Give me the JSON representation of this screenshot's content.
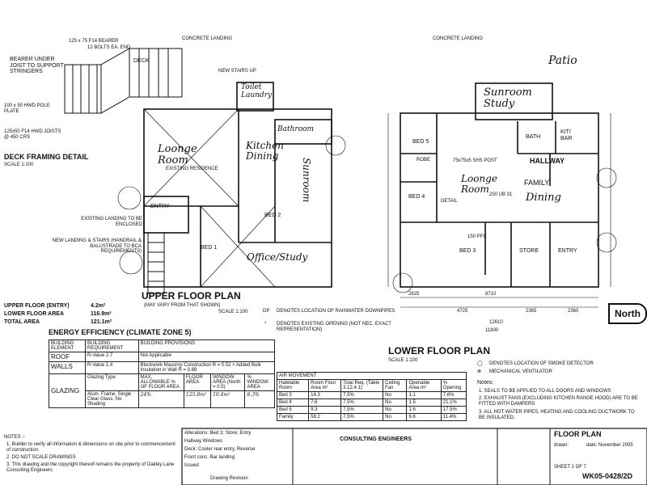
{
  "upper_plan": {
    "title": "UPPER FLOOR PLAN",
    "note": "(MAY VARY FROM THAT SHOWN)",
    "scale": "SCALE 1:100",
    "rooms": [
      "Toilet Laundry",
      "Bathroom",
      "Loonge Room",
      "Kitchen Dining",
      "Sunroom",
      "ENTRY",
      "BED 2",
      "BED 1",
      "Office/Study"
    ],
    "annotations": [
      "CONCRETE LANDING",
      "NEW STAIRS UP",
      "EXISTING RESIDENCE",
      "EXISTING LANDING TO BE ENCLOSED",
      "NEW LANDING & STAIRS (HANDRAIL & BALUSTRADE TO BCA REQUIREMENTS)"
    ]
  },
  "deck_detail": {
    "title": "DECK FRAMING DETAIL",
    "scale": "SCALE 1:100",
    "annotations": [
      "BEARER UNDER JOIST TO SUPPORT STRINGERS",
      "125 x 75 F14 BEARER",
      "100 x 50 HWD POLE PLATE",
      "125x50 F14 HWD JOISTS @ 450 CRS",
      "12 BOLTS EA. END",
      "DECK"
    ]
  },
  "lower_plan": {
    "title": "LOWER FLOOR PLAN",
    "scale": "SCALE 1:100",
    "rooms": [
      "Patio",
      "Sunroom Study",
      "BATH",
      "KIT/ BAR",
      "BED 5",
      "HALLWAY",
      "FAMILY",
      "Dining",
      "Loonge Room",
      "BED 4",
      "BED 3",
      "STORE",
      "ENTRY",
      "ROBE"
    ],
    "annotations": [
      "CONCRETE LANDING",
      "150 PFC",
      "DETAIL",
      "75x75x5 SHS POST",
      "250 UB 31"
    ],
    "dimensions": [
      "2625",
      "8710",
      "4725",
      "2365",
      "2360",
      "12610",
      "11800"
    ],
    "north_label": "North"
  },
  "areas": [
    {
      "label": "UPPER FLOOR (ENTRY)",
      "value": "4.2m²"
    },
    {
      "label": "LOWER FLOOR AREA",
      "value": "116.9m²"
    },
    {
      "label": "TOTAL AREA",
      "value": "121.1m²"
    }
  ],
  "legend": [
    {
      "symbol": "DP",
      "text": "DENOTES LOCATION OF RAINWATER DOWNPIPES"
    },
    {
      "symbol": "*",
      "text": "DENOTES EXISTING OPENING (NOT NEC. EXACT REPRESENTATION)"
    },
    {
      "symbol": "◯",
      "text": "DENOTES LOCATION OF SMOKE DETECTOR"
    },
    {
      "symbol": "⊗",
      "text": "MECHANICAL VENTILATOR"
    }
  ],
  "energy": {
    "title": "ENERGY EFFICIENCY (CLIMATE ZONE 5)",
    "head": [
      "BUILDING ELEMENT",
      "BUILDING REQUIREMENT",
      "BUILDING PROVISIONS"
    ],
    "rows": [
      [
        "ROOF",
        "R-Value 2.7",
        "Not Applicable"
      ],
      [
        "WALLS",
        "R-Value 1.4",
        "Blockwork Masonry Construction R = 0.52 + Added Bulk Insulation in Wall R = 0.88"
      ]
    ],
    "glazing_label": "GLAZING",
    "glazing_head": [
      "Glazing Type",
      "MAX. ALLOWABLE % OF FLOOR AREA",
      "FLOOR AREA",
      "WINDOW AREA (North = 0.5)",
      "% WINDOW AREA"
    ],
    "glazing_row": [
      "Alum. Frame, Single Clear Glass, No Shading",
      "24%",
      "125.8m²",
      "10.4m²",
      "8.3%"
    ]
  },
  "air_movement": {
    "title": "AIR MOVEMENT",
    "head": [
      "Habitable Room",
      "Room Floor Area m²",
      "Total Req. (Table 3.12.4.1)",
      "Ceiling Fan",
      "Openable Area m²",
      "% Opening"
    ],
    "rows": [
      [
        "Bed 3",
        "14.3",
        "7.5%",
        "No",
        "1.1",
        "7.6%"
      ],
      [
        "Bed 4",
        "7.6",
        "7.5%",
        "No",
        "1.5",
        "21.1%"
      ],
      [
        "Bed 5",
        "9.3",
        "7.5%",
        "No",
        "1.6",
        "17.5%"
      ],
      [
        "Family",
        "58.2",
        "7.5%",
        "No",
        "6.6",
        "11.4%"
      ]
    ]
  },
  "notes_right": {
    "title": "Notes:",
    "items": [
      "1. SEALS TO BE APPLIED TO ALL DOORS AND WINDOWS",
      "2. EXHAUST FANS (EXCLUDING KITCHEN RANGE HOOD) ARE TO BE FITTED WITH DAMPERS",
      "3. ALL HOT WATER PIPES, HEATING AND COOLING DUCTWORK TO BE INSULATED."
    ]
  },
  "notes_left": {
    "title": "NOTES :-",
    "items": [
      "1. Builder to verify all information & dimensions on site prior to commencement of construction.",
      "2. DO NOT SCALE DRAWINGS",
      "3. This drawing and the copyright thereof remains the property of Oakley Lane Consulting Engineers"
    ]
  },
  "revisions": {
    "rows": [
      "Alterations: Bed 3; Store; Entry",
      "Hallway Windows",
      "Deck: Cooler rear entry, Reverse",
      "Front conc. Bar landing",
      "Issued"
    ],
    "footer": "Drawing Revision"
  },
  "title_block": {
    "company": "CONSULTING ENGINEERS",
    "sheet_title": "FLOOR PLAN",
    "drawn": "drawn:",
    "date": "date: November 2005",
    "sheet": "SHEET 2 OF 7",
    "number": "WK05-0428/2D"
  }
}
